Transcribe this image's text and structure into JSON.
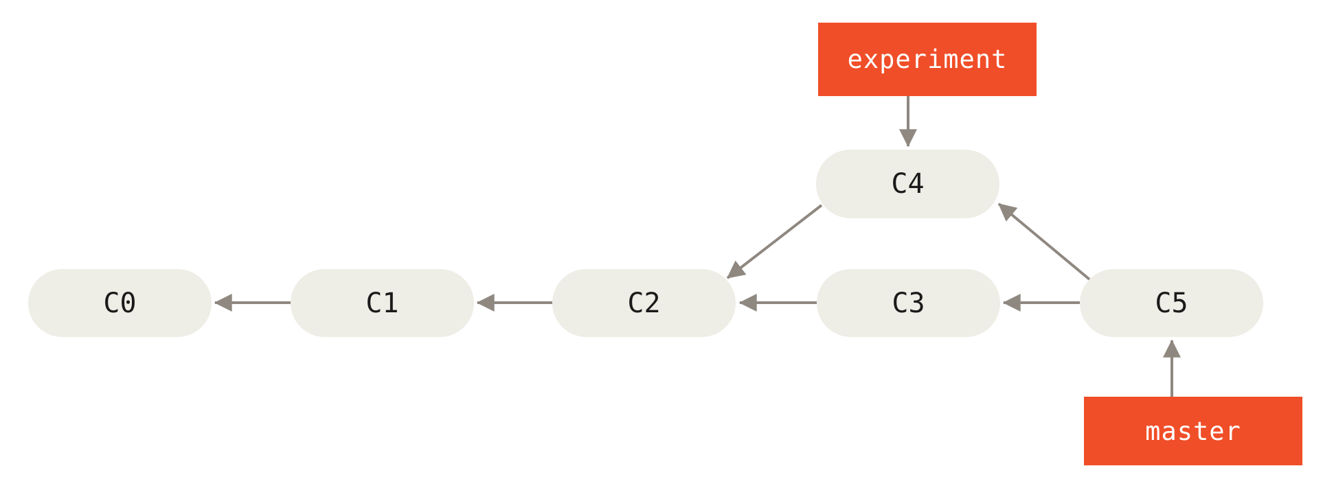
{
  "colors": {
    "background": "#FFFFFF",
    "node-fill": "#EEEDE6",
    "node-text": "#1A1A1A",
    "branch-fill": "#F04E28",
    "branch-text": "#FFFFFF",
    "arrow-color": "#8F8880"
  },
  "graph": {
    "commits": [
      {
        "id": "C0"
      },
      {
        "id": "C1"
      },
      {
        "id": "C2"
      },
      {
        "id": "C3"
      },
      {
        "id": "C4"
      },
      {
        "id": "C5"
      }
    ],
    "branches": [
      {
        "name": "experiment",
        "points_to": "C4"
      },
      {
        "name": "master",
        "points_to": "C5"
      }
    ],
    "edges": [
      {
        "from": "C1",
        "to": "C0"
      },
      {
        "from": "C2",
        "to": "C1"
      },
      {
        "from": "C3",
        "to": "C2"
      },
      {
        "from": "C5",
        "to": "C3"
      },
      {
        "from": "C4",
        "to": "C2"
      },
      {
        "from": "C5",
        "to": "C4"
      },
      {
        "from": "experiment",
        "to": "C4"
      },
      {
        "from": "master",
        "to": "C5"
      }
    ]
  }
}
